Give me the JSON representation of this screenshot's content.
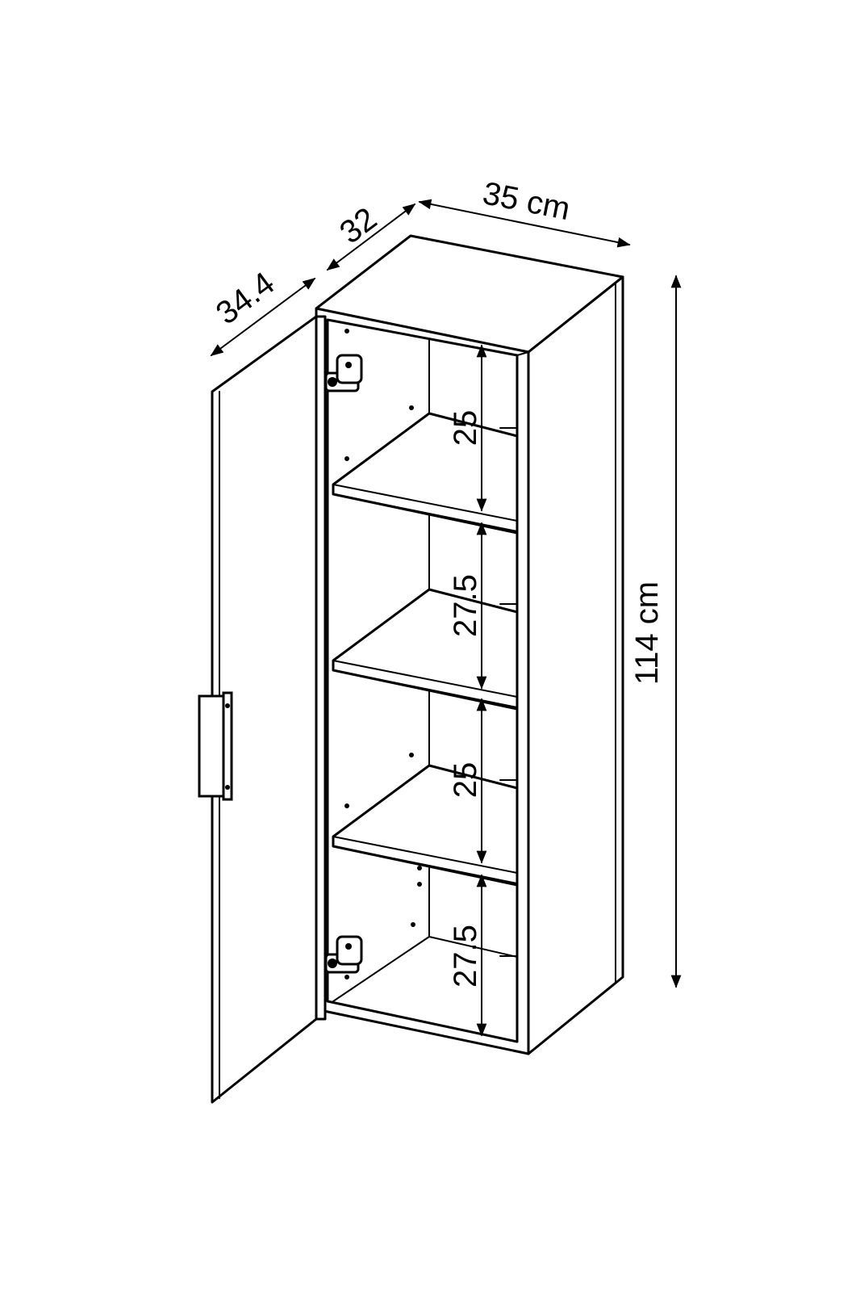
{
  "dimensions": {
    "width_label": "35 cm",
    "depth_label": "32",
    "depth_with_door_label": "34.4",
    "height_label": "114 cm"
  },
  "shelf_heights": [
    {
      "label": "25"
    },
    {
      "label": "27.5"
    },
    {
      "label": "25"
    },
    {
      "label": "27.5"
    }
  ],
  "colors": {
    "line": "#000000",
    "background": "#ffffff"
  }
}
